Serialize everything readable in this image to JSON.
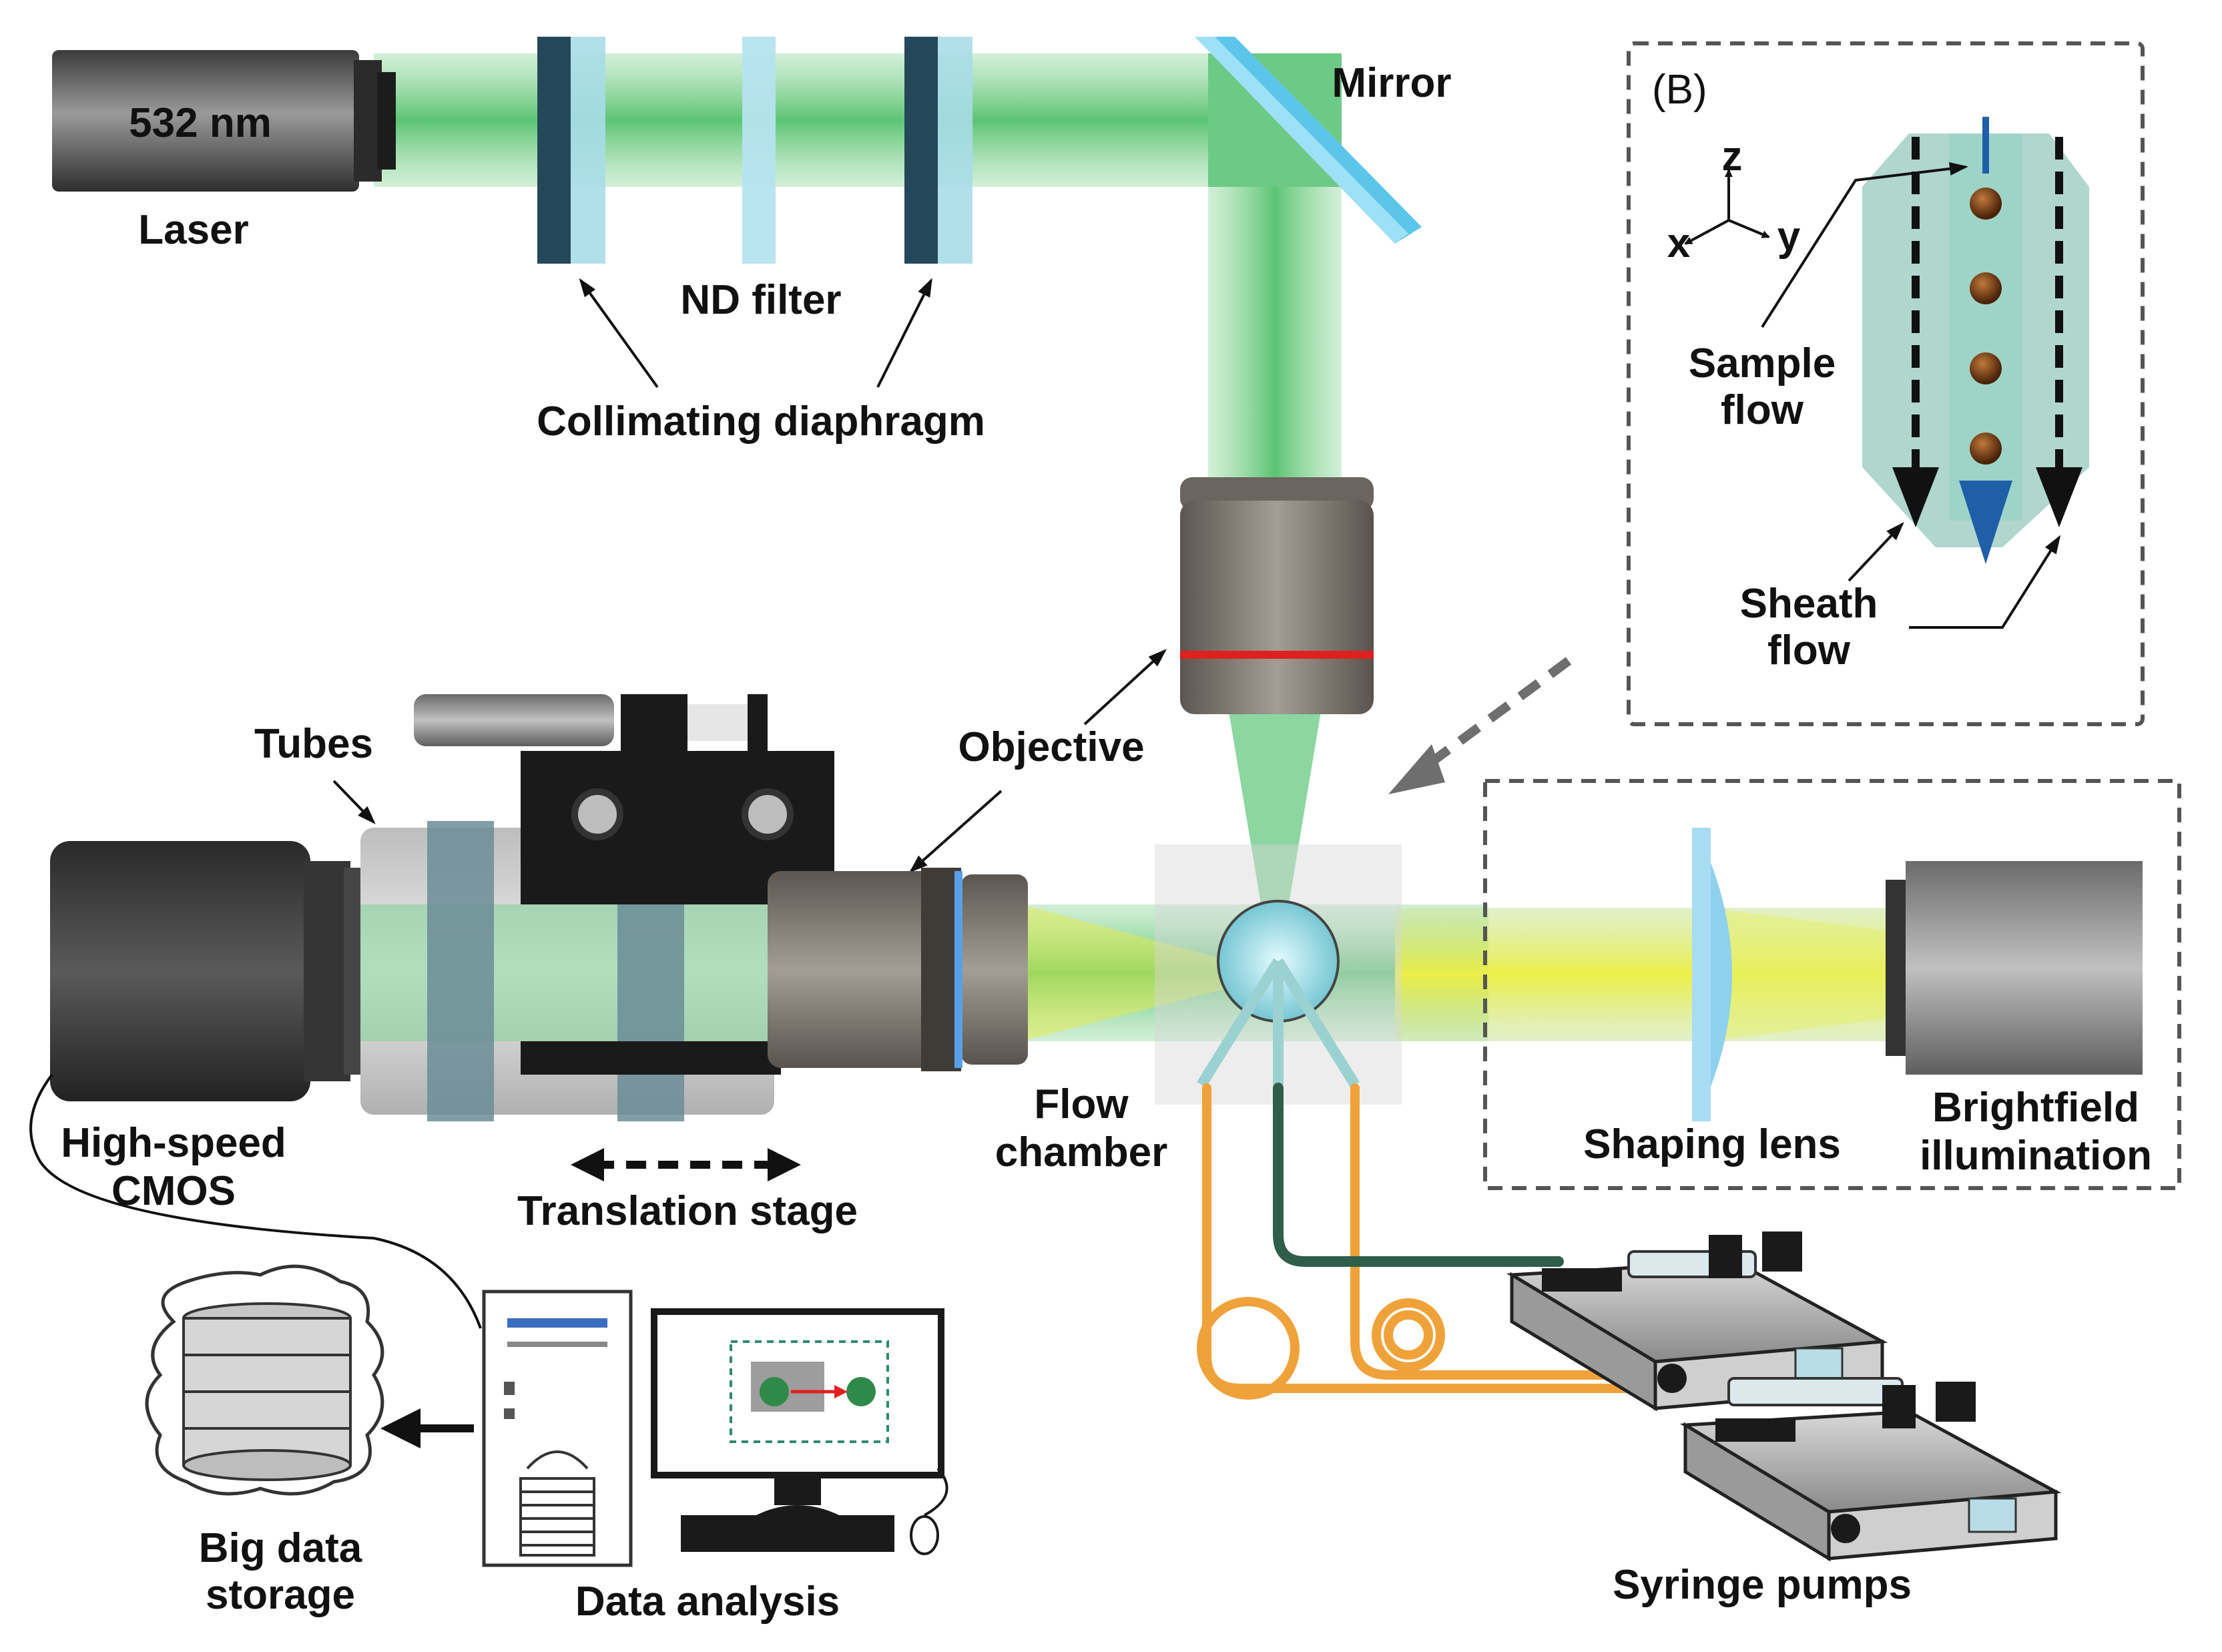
{
  "labels": {
    "wavelength": "532 nm",
    "laser": "Laser",
    "mirror": "Mirror",
    "nd_filter": "ND filter",
    "collimating_diaphragm": "Collimating diaphragm",
    "objective": "Objective",
    "tubes": "Tubes",
    "high_speed_cmos_1": "High-speed",
    "high_speed_cmos_2": "CMOS",
    "translation_stage": "Translation stage",
    "flow_chamber_1": "Flow",
    "flow_chamber_2": "chamber",
    "shaping_lens": "Shaping lens",
    "brightfield_1": "Brightfield",
    "brightfield_2": "illumination",
    "syringe_pumps": "Syringe pumps",
    "big_data_1": "Big data",
    "big_data_2": "storage",
    "data_analysis": "Data analysis"
  },
  "inset": {
    "tag": "(B)",
    "axis_z": "z",
    "axis_x": "x",
    "axis_y": "y",
    "sample_flow_1": "Sample",
    "sample_flow_2": "flow",
    "sheath_flow_1": "Sheath",
    "sheath_flow_2": "flow"
  },
  "colors": {
    "laser_beam": "#7cd08a",
    "illumination_beam": "#e6ec4a",
    "sample_line": "#1f5fa8",
    "tubing_orange": "#f0a23a",
    "tubing_green": "#2f5e4a",
    "objective_ring": "#e02020",
    "sample_bead": "#7a3a12"
  }
}
